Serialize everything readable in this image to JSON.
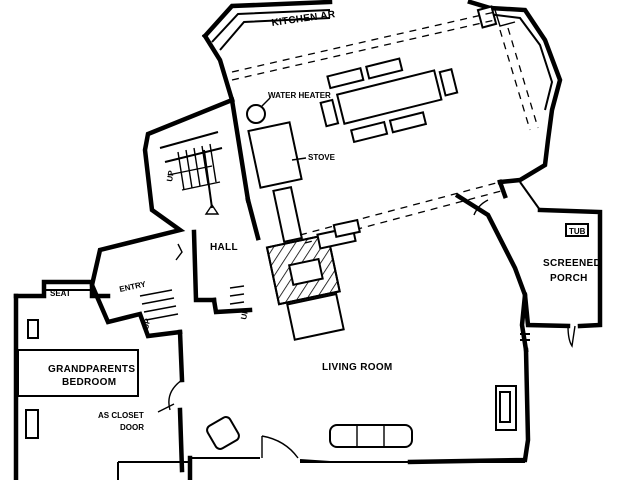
{
  "plan": {
    "labels": {
      "kitchen": "KITCHEN AR",
      "water_heater": "WATER HEATER",
      "stove": "STOVE",
      "hall": "HALL",
      "entry": "ENTRY",
      "up_upper": "UP",
      "up_entry": "UP",
      "up_hall": "UP",
      "seat": "SEAT",
      "grandparents_1": "GRANDPARENTS",
      "grandparents_2": "BEDROOM",
      "closet_1": "AS CLOSET",
      "closet_2": "DOOR",
      "living_room": "LIVING ROOM",
      "screened_1": "SCREENED",
      "screened_2": "PORCH",
      "tub": "TUB"
    }
  }
}
